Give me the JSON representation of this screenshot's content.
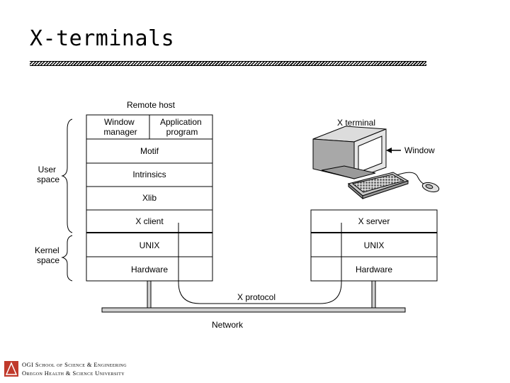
{
  "slide": {
    "title": "X-terminals"
  },
  "diagram": {
    "remote_host_label": "Remote host",
    "remote_stack": {
      "window_manager": [
        "Window",
        "manager"
      ],
      "application_program": [
        "Application",
        "program"
      ],
      "motif": "Motif",
      "intrinsics": "Intrinsics",
      "xlib": "Xlib",
      "x_client": "X client",
      "unix": "UNIX",
      "hardware": "Hardware"
    },
    "user_space_label": [
      "User",
      "space"
    ],
    "kernel_space_label": [
      "Kernel",
      "space"
    ],
    "x_terminal_label": "X terminal",
    "window_label": "Window",
    "terminal_stack": {
      "x_server": "X server",
      "unix": "UNIX",
      "hardware": "Hardware"
    },
    "x_protocol_label": "X protocol",
    "network_label": "Network"
  },
  "footer": {
    "line1": "OGI School of Science & Engineering",
    "line2": "Oregon Health & Science University",
    "logo_color": "#c0392b"
  }
}
